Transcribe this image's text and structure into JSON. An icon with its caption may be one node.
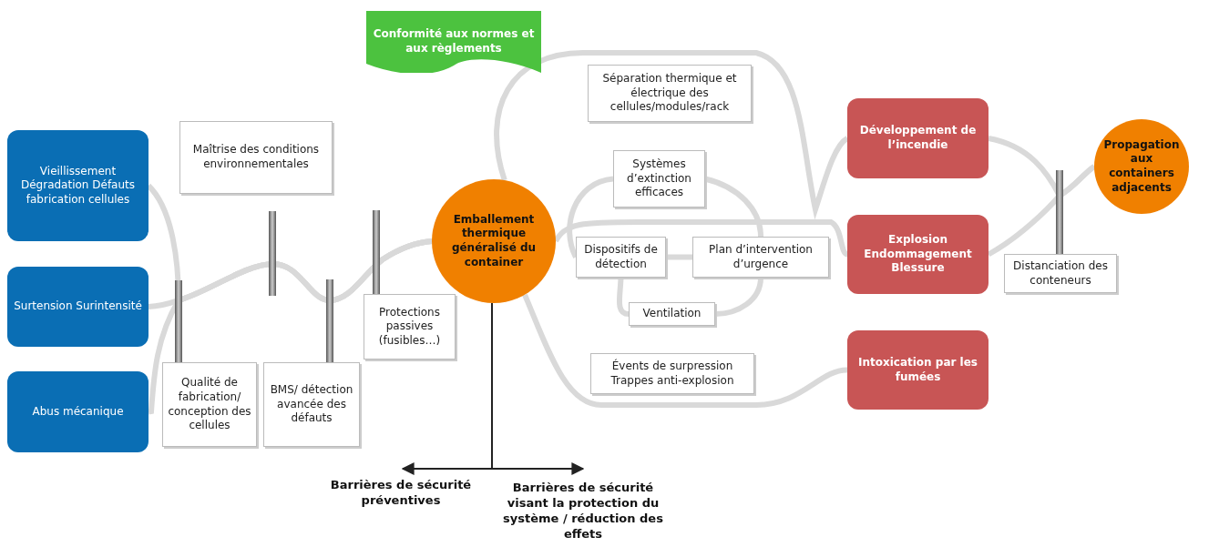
{
  "diagram": {
    "nodes": [
      {
        "text": [
          "Conformité aux normes et aux règlements"
        ]
      },
      {
        "text": [
          "Vieillissement Dégradation Défauts fabrication cellules"
        ]
      },
      {
        "text": [
          "Surtension Surintensité"
        ]
      },
      {
        "text": [
          "Abus mécanique"
        ]
      },
      {
        "text": [
          "Maîtrise des conditions environnementales"
        ]
      },
      {
        "text": [
          "Qualité de fabrication/ conception des cellules"
        ]
      },
      {
        "text": [
          "BMS/ détection avancée des défauts"
        ]
      },
      {
        "text": [
          "Protections passives (fusibles…)"
        ]
      },
      {
        "text": [
          "Emballement thermique généralisé du container"
        ]
      },
      {
        "text": [
          "Séparation thermique et électrique des cellules/modules/rack"
        ]
      },
      {
        "text": [
          "Systèmes d’extinction efficaces"
        ]
      },
      {
        "text": [
          "Dispositifs de détection"
        ]
      },
      {
        "text": [
          "Plan d’intervention d’urgence"
        ]
      },
      {
        "text": [
          "Ventilation"
        ]
      },
      {
        "text": [
          "Évents de surpression Trappes anti-explosion"
        ]
      },
      {
        "text": [
          "Développement de l’incendie"
        ]
      },
      {
        "text": [
          "Explosion Endommagement Blessure"
        ]
      },
      {
        "text": [
          "Intoxication par les fumées"
        ]
      },
      {
        "text": [
          "Distanciation des conteneurs"
        ]
      },
      {
        "text": [
          "Propagation aux containers adjacents"
        ]
      }
    ],
    "edges": [
      {
        "from": 1,
        "to": 8,
        "arrow": "none"
      },
      {
        "from": 2,
        "to": 8,
        "arrow": "none"
      },
      {
        "from": 3,
        "to": 8,
        "arrow": "none"
      },
      {
        "from": 8,
        "to": 15,
        "arrow": "none"
      },
      {
        "from": 8,
        "to": 16,
        "arrow": "none"
      },
      {
        "from": 8,
        "to": 17,
        "arrow": "none"
      },
      {
        "from": 15,
        "to": 19,
        "arrow": "none"
      },
      {
        "from": 16,
        "to": 19,
        "arrow": "none"
      },
      {
        "from": 11,
        "to": 10,
        "arrow": "none"
      },
      {
        "from": 10,
        "to": 12,
        "arrow": "none"
      },
      {
        "from": 12,
        "to": 13,
        "arrow": "none"
      },
      {
        "from": 13,
        "to": 11,
        "arrow": "none"
      },
      {
        "from": 11,
        "to": 12,
        "arrow": "none"
      }
    ],
    "labels": [
      "Barrières de sécurité préventives",
      "Barrières de sécurité visant la protection du système / réduction des effets"
    ]
  }
}
